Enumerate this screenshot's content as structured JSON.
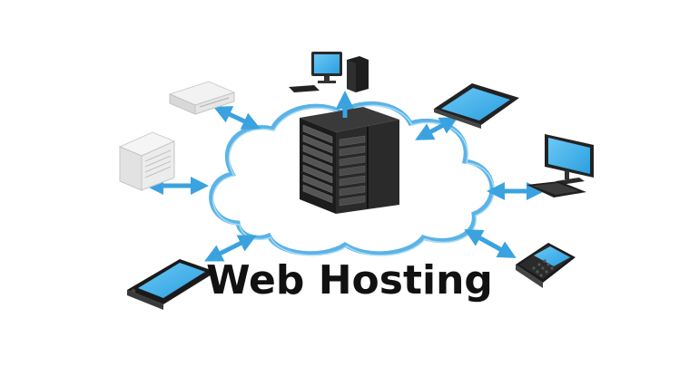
{
  "diagram": {
    "title": "Web Hosting",
    "colors": {
      "cloud_stroke": "#5bb3e6",
      "arrow": "#3aa3df",
      "screen": "#45b6f0",
      "server_body": "#1a1a1a",
      "device_dark": "#222222",
      "device_light": "#e6e6e6"
    },
    "nodes": [
      {
        "id": "server-rack",
        "kind": "central server rack",
        "icon": "server-rack-icon"
      },
      {
        "id": "desktop-top",
        "kind": "desktop computer",
        "icon": "desktop-computer-icon"
      },
      {
        "id": "tablet",
        "kind": "tablet",
        "icon": "tablet-icon"
      },
      {
        "id": "desktop-right",
        "kind": "desktop computer",
        "icon": "desktop-monitor-icon"
      },
      {
        "id": "smartphone-right",
        "kind": "smartphone with keyboard",
        "icon": "smartphone-icon"
      },
      {
        "id": "smartphone-left",
        "kind": "smartphone",
        "icon": "mobile-phone-icon"
      },
      {
        "id": "server-box-left",
        "kind": "tower server",
        "icon": "tower-server-icon"
      },
      {
        "id": "server-box-top",
        "kind": "rack server unit",
        "icon": "rack-unit-icon"
      }
    ]
  }
}
